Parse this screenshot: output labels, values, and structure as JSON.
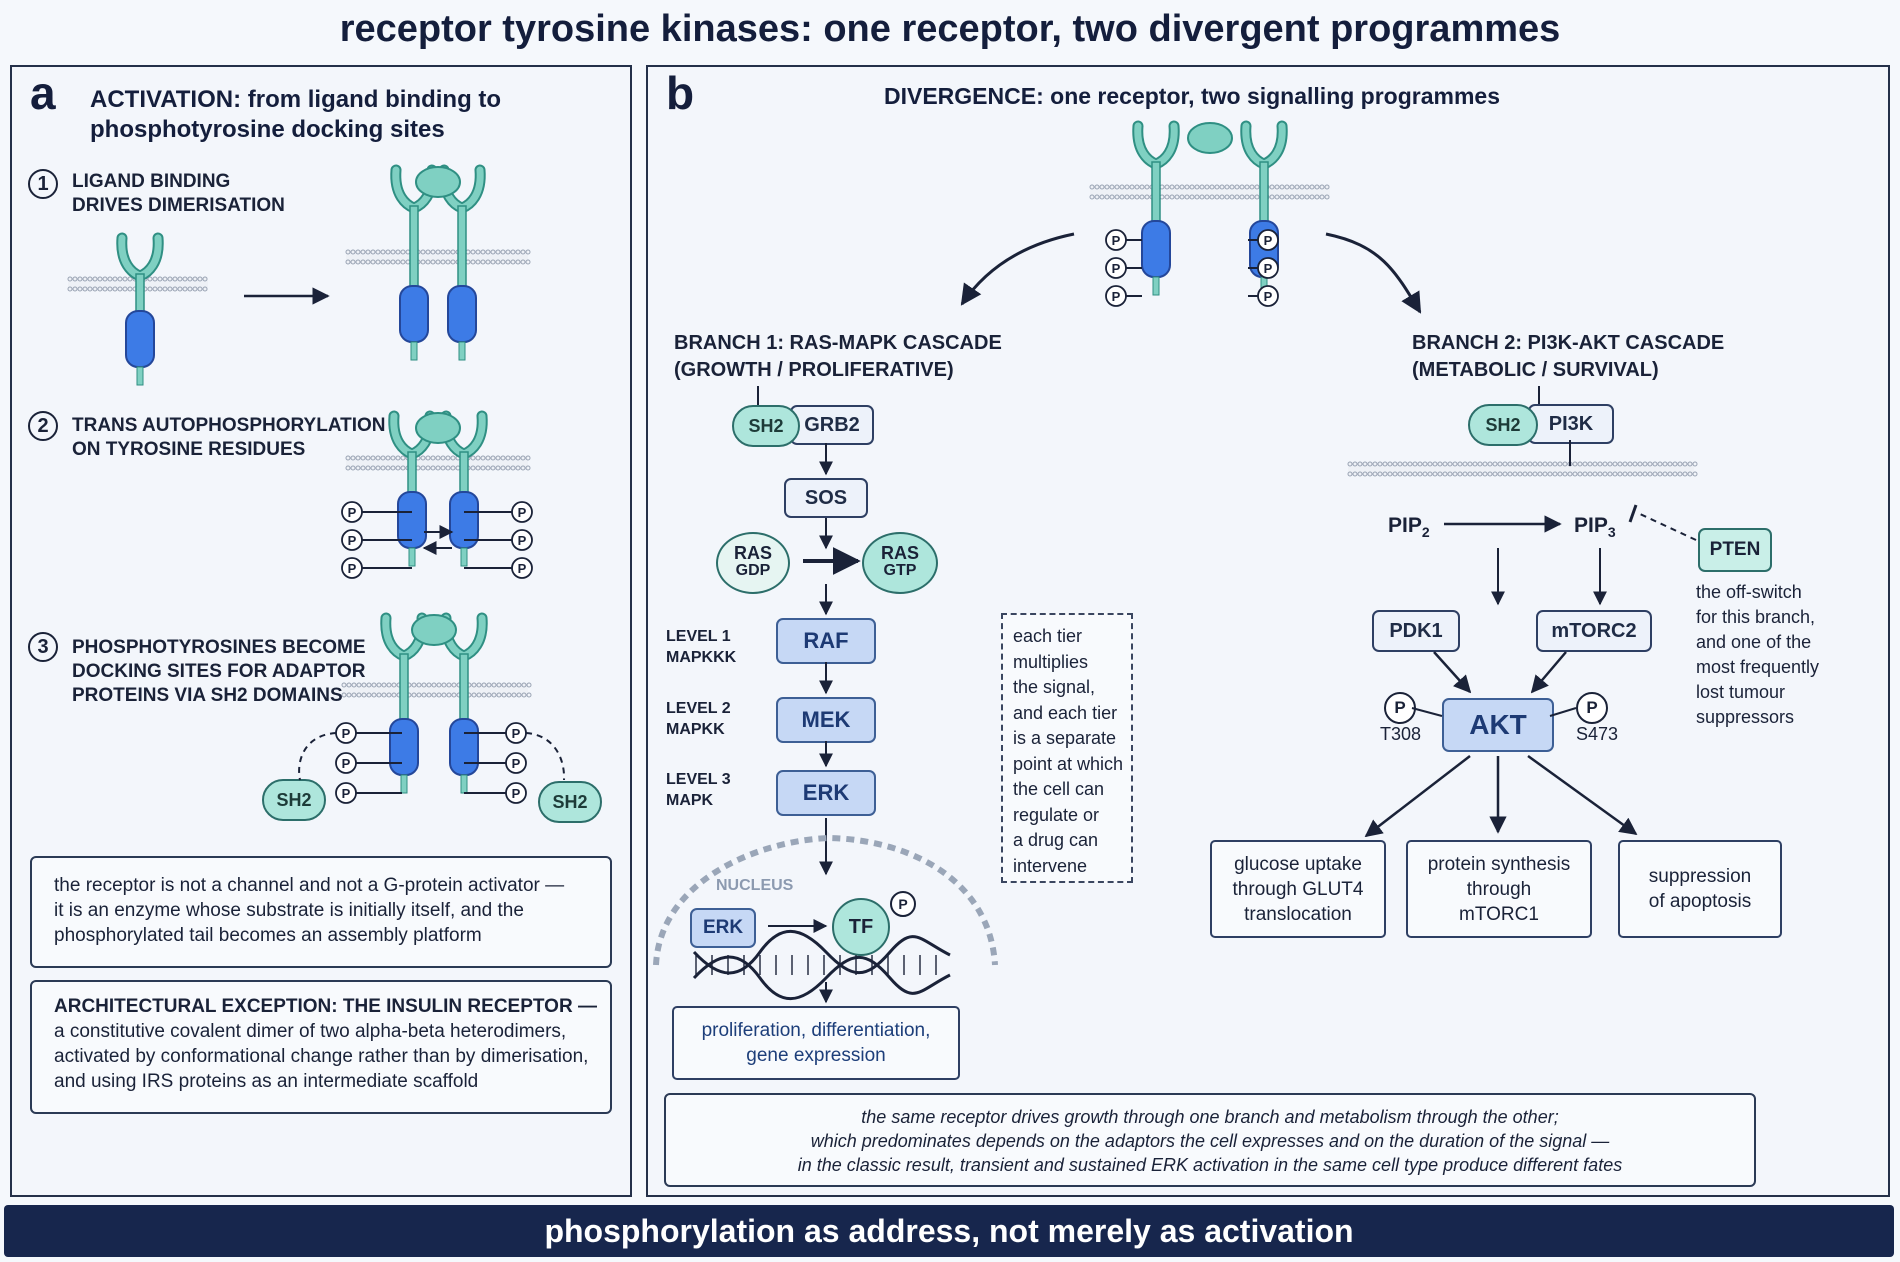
{
  "title": "receptor tyrosine kinases: one receptor, two divergent programmes",
  "footer": "phosphorylation as address, not merely as activation",
  "colors": {
    "receptor": "#7fd0c2",
    "kinase": "#3d7be6",
    "sh2": "#aee6dc",
    "footer": "#17264d",
    "node_blue": "#c6d8f5"
  },
  "panel_a": {
    "letter": "a",
    "heading_bold": "ACTIVATION:",
    "heading_line1_rest": " from ligand binding to",
    "heading_line2": "phosphotyrosine docking sites",
    "steps": [
      {
        "num": "1",
        "line1": "LIGAND BINDING",
        "line2": "DRIVES DIMERISATION"
      },
      {
        "num": "2",
        "line1": "TRANS AUTOPHOSPHORYLATION",
        "line2": "ON TYROSINE RESIDUES"
      },
      {
        "num": "3",
        "line1": "PHOSPHOTYROSINES BECOME",
        "line2": "DOCKING SITES FOR ADAPTOR",
        "line3": "PROTEINS VIA SH2 DOMAINS"
      }
    ],
    "p_label": "P",
    "sh2_label": "SH2",
    "note1": [
      "the receptor is not a channel and not a G-protein activator —",
      "it is an enzyme whose substrate is initially itself, and the",
      "phosphorylated tail becomes an assembly platform"
    ],
    "note2_title": "ARCHITECTURAL EXCEPTION: THE INSULIN RECEPTOR —",
    "note2": [
      "a constitutive covalent dimer of two alpha-beta heterodimers,",
      "activated by conformational change rather than by dimerisation,",
      "and using IRS proteins as an intermediate scaffold"
    ]
  },
  "panel_b": {
    "letter": "b",
    "heading_bold": "DIVERGENCE:",
    "heading_rest": " one receptor, two signalling programmes",
    "branch1": {
      "line1": "BRANCH 1: RAS-MAPK CASCADE",
      "line2": "(GROWTH / PROLIFERATIVE)"
    },
    "branch2": {
      "line1": "BRANCH 2: PI3K-AKT CASCADE",
      "line2": "(METABOLIC / SURVIVAL)"
    },
    "sh2": "SH2",
    "grb2": "GRB2",
    "sos": "SOS",
    "ras_gdp": {
      "top": "RAS",
      "bottom": "GDP"
    },
    "ras_gtp": {
      "top": "RAS",
      "bottom": "GTP"
    },
    "levels": [
      {
        "l1": "LEVEL 1",
        "l2": "MAPKKK",
        "node": "RAF"
      },
      {
        "l1": "LEVEL 2",
        "l2": "MAPKK",
        "node": "MEK"
      },
      {
        "l1": "LEVEL 3",
        "l2": "MAPK",
        "node": "ERK"
      }
    ],
    "nucleus": "NUCLEUS",
    "erk_small": "ERK",
    "tf": "TF",
    "p": "P",
    "proliferation": [
      "proliferation, differentiation,",
      "gene expression"
    ],
    "tier_note": [
      "each tier",
      "multiplies",
      "the signal,",
      "and each tier",
      "is a separate",
      "point at which",
      "the cell can",
      "regulate or",
      "a drug can",
      "intervene"
    ],
    "pi3k": "PI3K",
    "pip2": {
      "base": "PIP",
      "sub": "2"
    },
    "pip3": {
      "base": "PIP",
      "sub": "3"
    },
    "pten": "PTEN",
    "pten_note": [
      "the off-switch",
      "for this branch,",
      "and one of the",
      "most frequently",
      "lost tumour",
      "suppressors"
    ],
    "pdk1": "PDK1",
    "mtorc2": "mTORC2",
    "akt": "AKT",
    "t308": "T308",
    "s473": "S473",
    "outputs": [
      [
        "glucose uptake",
        "through GLUT4",
        "translocation"
      ],
      [
        "protein synthesis",
        "through",
        "mTORC1"
      ],
      [
        "suppression",
        "of apoptosis"
      ]
    ],
    "summary": [
      "the same receptor drives growth through one branch and metabolism through the other;",
      "which predominates depends on the adaptors the cell expresses and on the duration of the signal —",
      "in the classic result, transient and sustained ERK activation in the same cell type produce different fates"
    ]
  }
}
